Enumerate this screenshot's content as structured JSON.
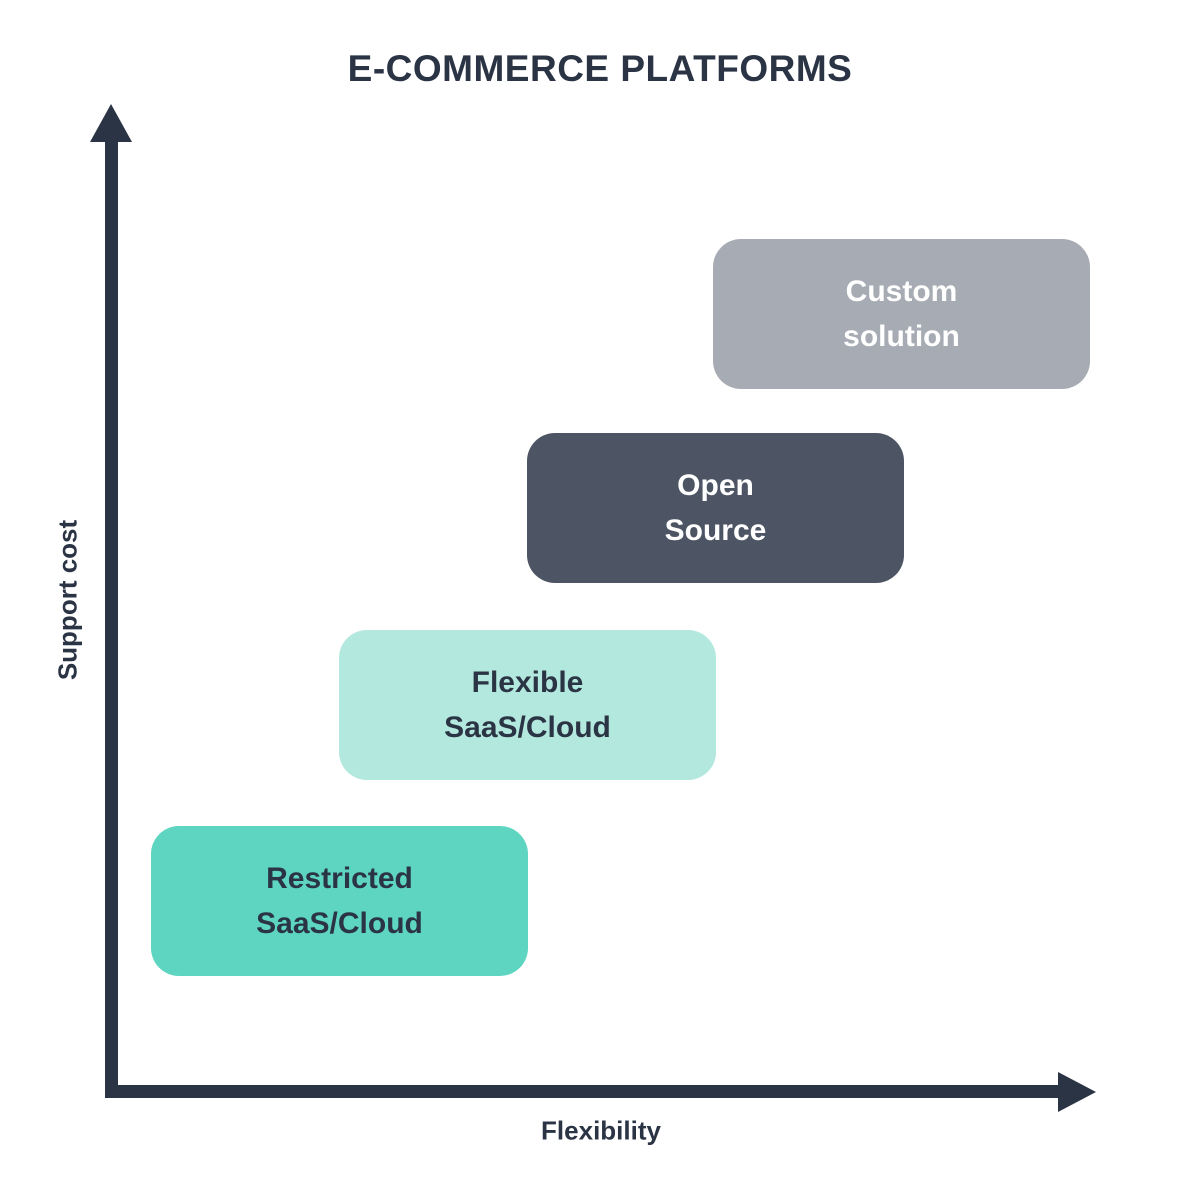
{
  "title": "E-COMMERCE PLATFORMS",
  "axes": {
    "x_label": "Flexibility",
    "y_label": "Support cost",
    "color": "#2b3444"
  },
  "boxes": [
    {
      "id": "restricted-saas-cloud",
      "label_line1": "Restricted",
      "label_line2": "SaaS/Cloud",
      "bg": "#5ed5c0",
      "text_color": "#2b3444"
    },
    {
      "id": "flexible-saas-cloud",
      "label_line1": "Flexible",
      "label_line2": "SaaS/Cloud",
      "bg": "#b2e8dd",
      "text_color": "#2b3444"
    },
    {
      "id": "open-source",
      "label_line1": "Open",
      "label_line2": "Source",
      "bg": "#4d5564",
      "text_color": "#ffffff"
    },
    {
      "id": "custom-solution",
      "label_line1": "Custom",
      "label_line2": "solution",
      "bg": "#a7acb4",
      "text_color": "#ffffff"
    }
  ]
}
